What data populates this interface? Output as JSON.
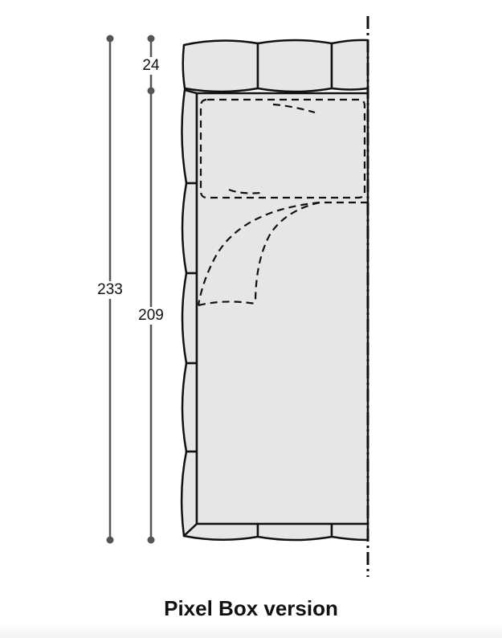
{
  "diagram": {
    "title": "Pixel Box version",
    "type": "sofa top-view dimension drawing",
    "dimensions": {
      "overall_depth": "233",
      "back_depth": "24",
      "seat_depth": "209"
    },
    "colors": {
      "fill": "#e6e6e6",
      "outline": "#111111",
      "dimension_line": "#555555",
      "background": "#ffffff"
    }
  }
}
